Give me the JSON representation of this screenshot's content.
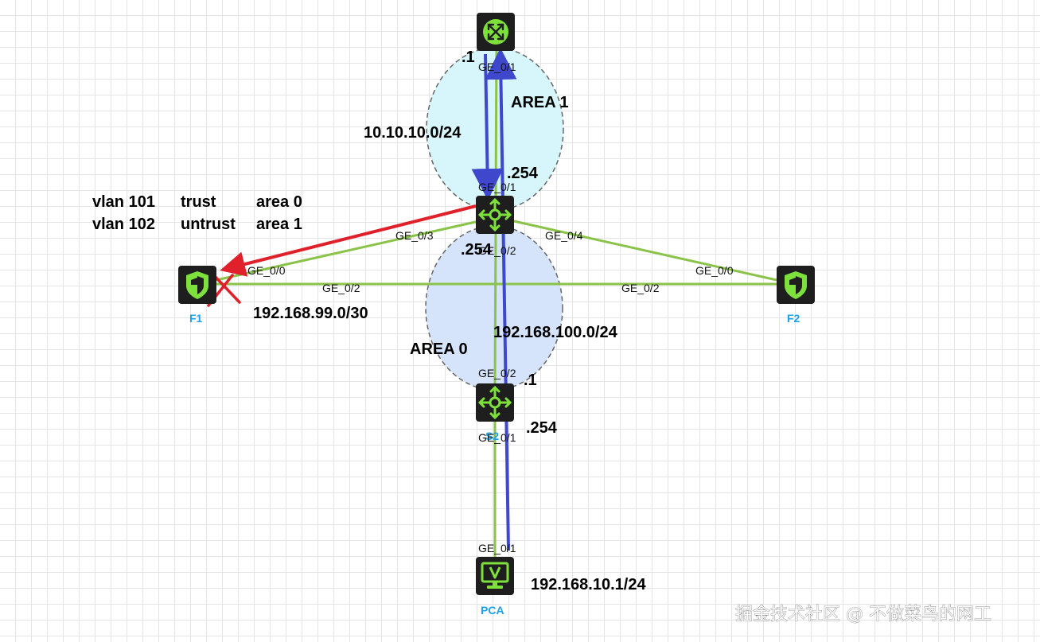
{
  "colors": {
    "link": "#8bc34a",
    "flow": "#3f48cc",
    "blocked": "#e0202a",
    "area1_fill": "#d6f6fb",
    "area0_fill": "#d6e4fb",
    "device_label": "#1aa3e8",
    "icon_bg": "#1e1e1e",
    "icon_green": "#7ee03a"
  },
  "devices": {
    "top_router": {
      "icon": "router-icon",
      "name": ""
    },
    "core_switch": {
      "icon": "l3-switch-icon",
      "name": ""
    },
    "lower_switch": {
      "icon": "l3-switch-icon",
      "name": "S2"
    },
    "f1": {
      "icon": "firewall-icon",
      "name": "F1"
    },
    "f2": {
      "icon": "firewall-icon",
      "name": "F2"
    },
    "pca": {
      "icon": "pc-icon",
      "name": "PCA"
    }
  },
  "areas": {
    "area1": "AREA 1",
    "area0": "AREA 0"
  },
  "ports": {
    "router_ge01": "GE_0/1",
    "core_ge01": "GE_0/1",
    "core_ge03": "GE_0/3",
    "core_ge04": "GE_0/4",
    "core_ge02": "GE_0/2",
    "f1_ge00": "GE_0/0",
    "f1_ge02": "GE_0/2",
    "f2_ge00": "GE_0/0",
    "f2_ge02": "GE_0/2",
    "s2_ge02": "GE_0/2",
    "s2_ge01": "GE_0/1",
    "pca_ge01": "GE_0/1"
  },
  "addresses": {
    "router_host": ".1",
    "net_top": "10.10.10.0/24",
    "core_top_host": ".254",
    "core_bottom_host": ".254",
    "net_fw": "192.168.99.0/30",
    "net_mid": "192.168.100.0/24",
    "s2_top_host": ".1",
    "s2_bottom_host": ".254",
    "pca_ip": "192.168.10.1/24"
  },
  "vlans": {
    "row1": {
      "vlan": "vlan 101",
      "zone": "trust",
      "area": "area 0"
    },
    "row2": {
      "vlan": "vlan 102",
      "zone": "untrust",
      "area": "area 1"
    }
  },
  "watermark": "掘金技术社区 @ 不做菜鸟的网工"
}
